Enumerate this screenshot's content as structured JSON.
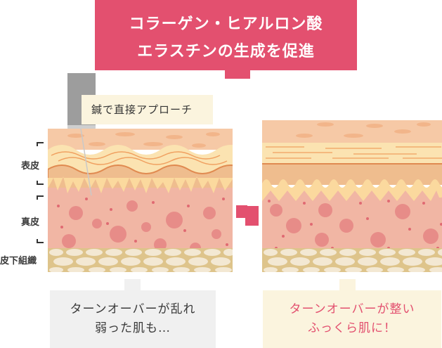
{
  "banner": {
    "line1": "コラーゲン・ヒアルロン酸",
    "line2": "エラスチンの生成を促進",
    "color": "#e3506f"
  },
  "needle_label": "鍼で直接アプローチ",
  "layers": [
    {
      "label": "表皮"
    },
    {
      "label": "真皮"
    },
    {
      "label": "皮下組織"
    }
  ],
  "captions": {
    "before": {
      "line1": "ターンオーバーが乱れ",
      "line2": "弱った肌も…"
    },
    "after": {
      "line1": "ターンオーバーが整い",
      "line2": "ふっくら肌に！"
    }
  },
  "colors": {
    "accent": "#e3506f",
    "cream": "#fbf4de",
    "gray": "#f0f0f0",
    "epidermis_top": "#f6c9a6",
    "epidermis_band": "#fbe3b1",
    "dermis_upper": "#efbd8e",
    "papillae": "#fbd99e",
    "dermis": "#f1b6a4",
    "dots": "#e06a72",
    "fat_bg": "#dec48b",
    "fat_cells": "#f3e8d3"
  }
}
